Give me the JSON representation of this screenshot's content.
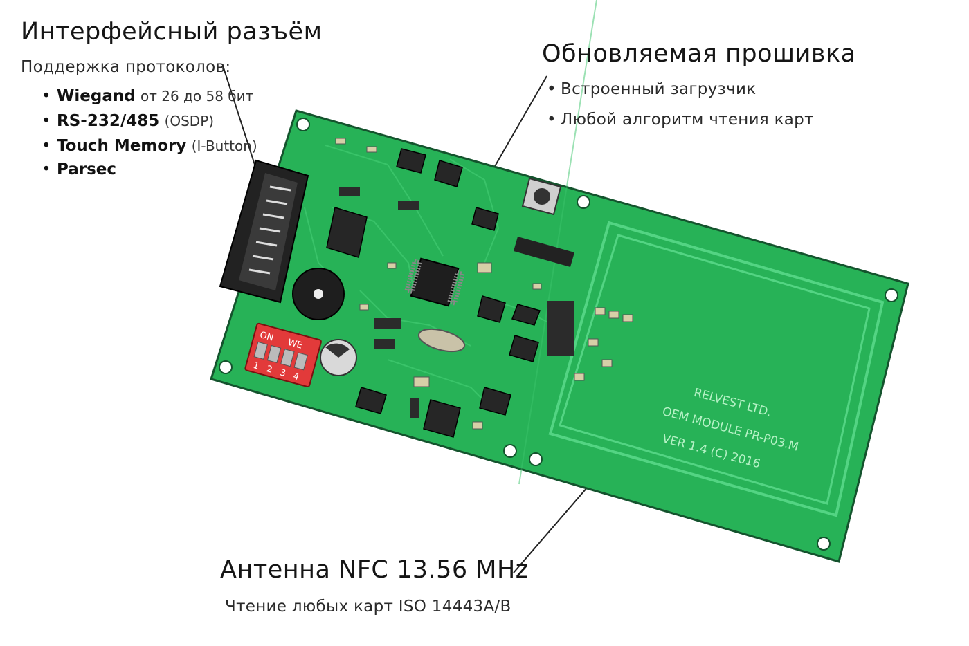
{
  "interface": {
    "title": "Интерфейсный разъём",
    "subtitle": "Поддержка протоколов:",
    "items": [
      {
        "bullet": "•",
        "name": "Wiegand",
        "detail": "от 26 до 58 бит"
      },
      {
        "bullet": "•",
        "name": "RS-232/485",
        "detail": "(OSDP)"
      },
      {
        "bullet": "•",
        "name": "Touch Memory",
        "detail": "(I-Button)"
      },
      {
        "bullet": "•",
        "name": "Parsec",
        "detail": ""
      }
    ]
  },
  "firmware": {
    "title": "Обновляемая прошивка",
    "items": [
      {
        "bullet": "•",
        "text": "Встроенный загрузчик"
      },
      {
        "bullet": "•",
        "text": "Любой алгоритм чтения карт"
      }
    ]
  },
  "antenna": {
    "title": "Антенна NFC 13.56 MHz",
    "subtitle": "Чтение любых карт ISO 14443A/B"
  },
  "board": {
    "silkscreen": [
      "RELVEST LTD.",
      "OEM MODULE PR-P03.M",
      "VER 1.4 (C) 2016"
    ],
    "dip_labels": {
      "on": "ON",
      "we": "WE"
    },
    "dip_numbers": [
      "1",
      "2",
      "3",
      "4"
    ]
  },
  "colors": {
    "pcb": "#27b257",
    "pcb_dark": "#1b8f44",
    "trace": "#3cc56c",
    "component": "#2b2b2b",
    "dip_switch": "#e23a3a"
  }
}
